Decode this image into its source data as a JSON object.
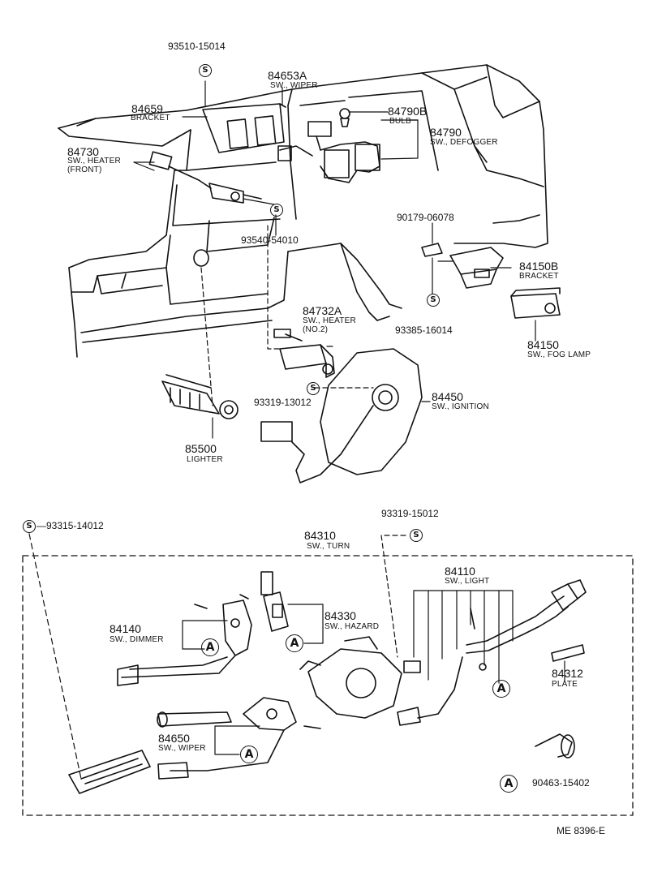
{
  "symbols": {
    "s": "S",
    "a": "A"
  },
  "parts": {
    "p93510": "93510-15014",
    "p84653a": "84653A",
    "p84653a_sub": "SW., WIPER",
    "p84659": "84659",
    "p84659_sub": "BRACKET",
    "p84790b": "84790B",
    "p84790b_sub": "BULB",
    "p84790": "84790",
    "p84790_sub": "SW., DEFOGGER",
    "p84730": "84730",
    "p84730_sub1": "SW., HEATER",
    "p84730_sub2": "(FRONT)",
    "p90179": "90179-06078",
    "p93540": "93540-54010",
    "p84150b": "84150B",
    "p84150b_sub": "BRACKET",
    "p84732a": "84732A",
    "p84732a_sub1": "SW., HEATER",
    "p84732a_sub2": "(NO.2)",
    "p93385": "93385-16014",
    "p84150": "84150",
    "p84150_sub": "SW., FOG LAMP",
    "p93319a": "93319-13012",
    "p84450": "84450",
    "p84450_sub": "SW., IGNITION",
    "p85500": "85500",
    "p85500_sub": "LIGHTER",
    "p93315": "93315-14012",
    "p93319b": "93319-15012",
    "p84310": "84310",
    "p84310_sub": "SW., TURN",
    "p84110": "84110",
    "p84110_sub": "SW., LIGHT",
    "p84140": "84140",
    "p84140_sub": "SW., DIMMER",
    "p84330": "84330",
    "p84330_sub": "SW., HAZARD",
    "p84312": "84312",
    "p84312_sub": "PLATE",
    "p84650": "84650",
    "p84650_sub": "SW., WIPER",
    "p90463": "90463-15402"
  },
  "footer": {
    "code": "ME 8396-E"
  }
}
